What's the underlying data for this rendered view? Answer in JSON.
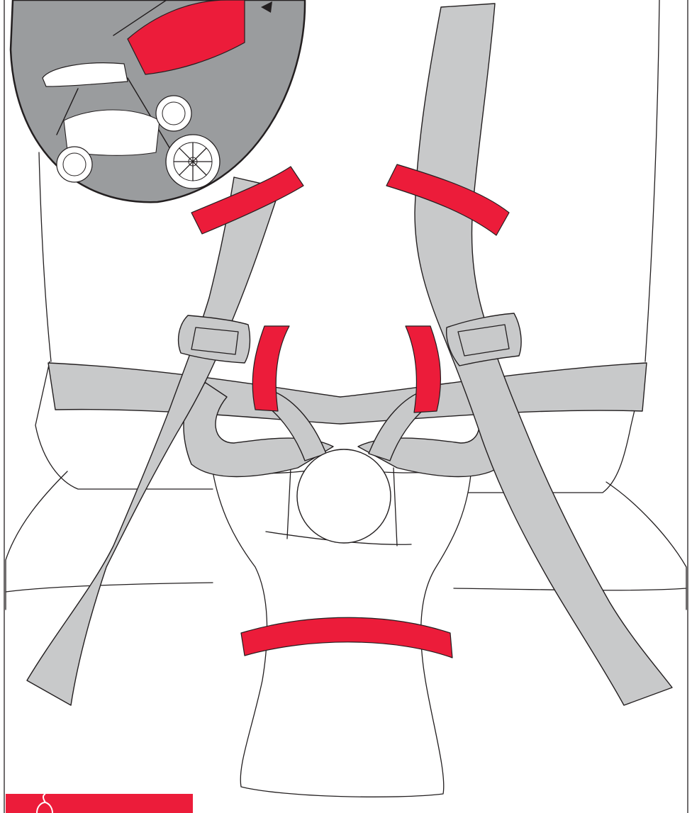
{
  "figure": {
    "subject": "stroller-harness-pads",
    "colors": {
      "pad": "#ec1c3a",
      "strap": "#c8c9ca",
      "outline": "#231f20",
      "inset_background": "#9a9c9e",
      "brand_bar": "#ec1c3a"
    },
    "parts": {
      "shoulder_pads": 2,
      "hip_pads": 2,
      "crotch_pad": 1,
      "shoulder_buckles": 2,
      "center_buckle": 1
    },
    "inset": {
      "icon": "stroller-icon",
      "canopy_color": "#ec1c3a"
    },
    "brand": {
      "icon": "brand-logo-icon"
    }
  }
}
